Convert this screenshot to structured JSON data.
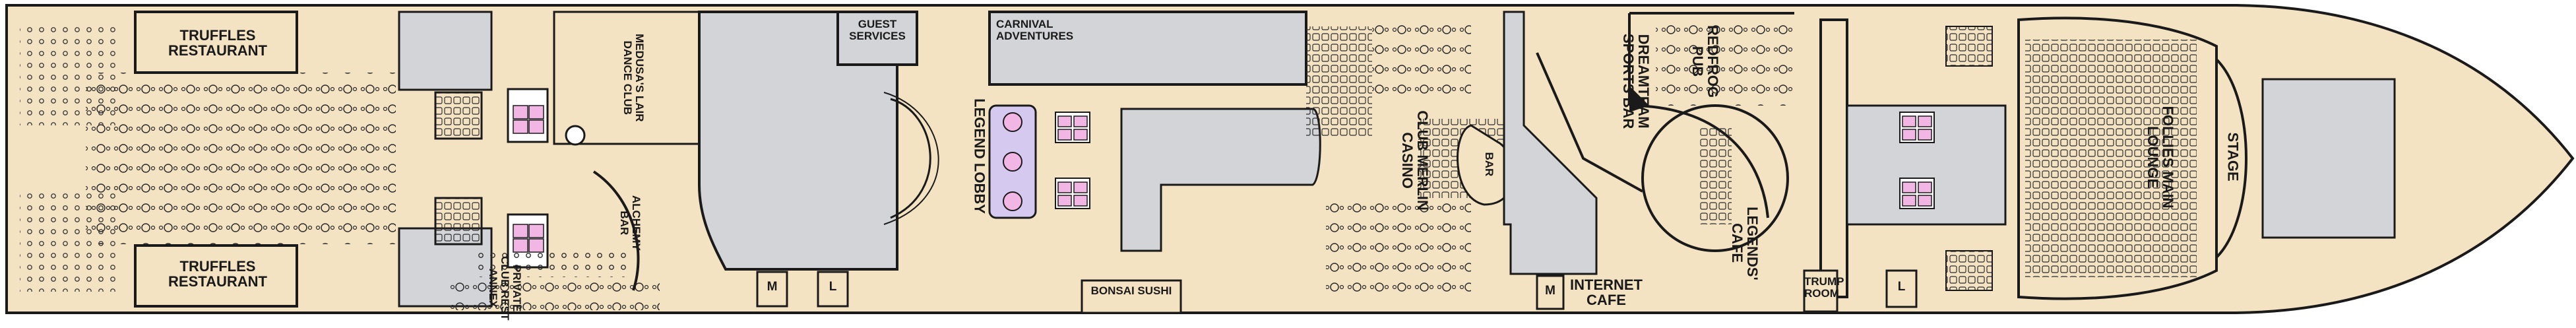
{
  "deck": {
    "colors": {
      "hull_fill": "#f4e3c3",
      "outline": "#1a1a1a",
      "blocked_area": "#d3d4d8",
      "elevator_fill": "#f2b6e4",
      "water_blue": "#dfe2ea"
    },
    "venues": {
      "truffles_top": "TRUFFLES RESTAURANT",
      "truffles_bottom": "TRUFFLES RESTAURANT",
      "medusas": "MEDUSA'S LAIR DANCE CLUB",
      "alchemy_bar": "ALCHEMY BAR",
      "private_club": "PRIVATE CLUB REST ANNEX",
      "guest_services": "GUEST SERVICES",
      "carnival_adventures": "CARNIVAL ADVENTURES",
      "legend_lobby": "LEGEND LOBBY",
      "bonsai_sushi": "BONSAI SUSHI",
      "club_merlin": "CLUB MERLIN CASINO",
      "bar_tag": "BAR",
      "dreamteam": "DREAMTEAM SPORTS BAR",
      "redfrog": "REDFROG PUB",
      "internet_cafe": "INTERNET CAFE",
      "legends_cafe": "LEGENDS' CAFE",
      "trump_room": "TRUMP ROOM",
      "follies": "FOLLIES MAIN LOUNGE",
      "stage": "STAGE"
    },
    "markers": {
      "elevator": "EL",
      "men": "M",
      "ladies": "L"
    }
  }
}
